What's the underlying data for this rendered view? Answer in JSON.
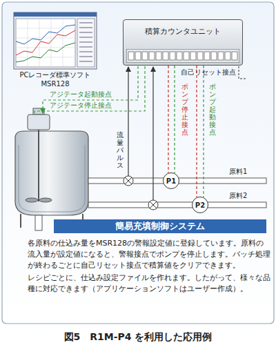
{
  "diagram": {
    "caption": "図5　R1M-P4 を利用した応用例",
    "nodes": [
      {
        "text": [
          "PCレコーダ標準ソフト MSR128"
        ]
      },
      {
        "text": [
          "積算カウンタユニット"
        ]
      },
      {
        "text": [
          "P1"
        ]
      },
      {
        "text": [
          "P2"
        ]
      },
      {
        "text": [
          "簡易充填制御システム"
        ]
      }
    ],
    "edges": [
      {
        "from": 1,
        "to": 2,
        "arrow": "none"
      },
      {
        "from": 1,
        "to": 2,
        "arrow": "none"
      },
      {
        "from": 1,
        "to": 3,
        "arrow": "none"
      },
      {
        "from": 1,
        "to": 3,
        "arrow": "none"
      }
    ],
    "labels": [
      "アジテータ起動接点",
      "アジテータ停止接点",
      "流量パルス",
      "自己リセット接点",
      "ポンプ停止接点",
      "ポンプ起動接点",
      "原料1",
      "原料2",
      "各原料の仕込み量をMSR128の警報設定値に登録しています。原料の流入量が設定値になると、警報接点でポンプを停止します。バッチ処理が終わるごとに自己リセット接点で積算値をクリアできます。",
      "レシピごとに、仕込み設定ファイルを作れます。したがって、様々な品種に対応できます（アプリケーションソフトはユーザー作成）。"
    ]
  }
}
